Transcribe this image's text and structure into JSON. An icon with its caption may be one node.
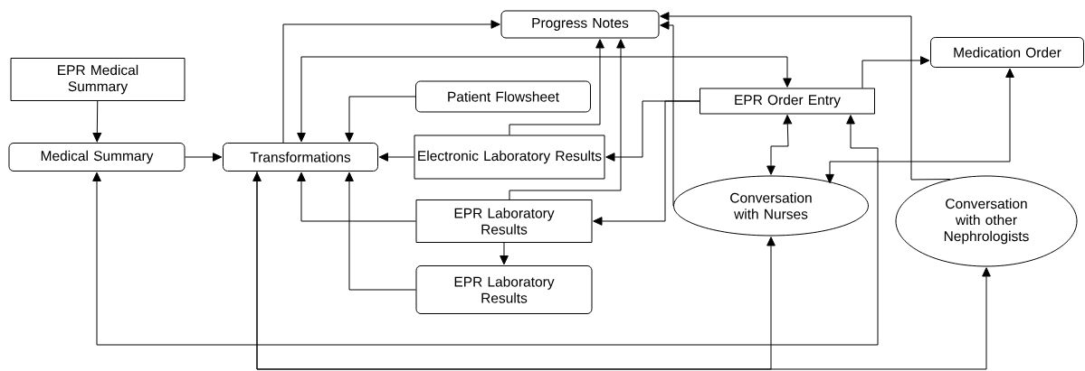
{
  "diagram": {
    "nodes": [
      {
        "text": [
          "EPR Medical Summary"
        ]
      },
      {
        "text": [
          "Medical Summary"
        ]
      },
      {
        "text": [
          "Transformations"
        ]
      },
      {
        "text": [
          "Progress Notes"
        ]
      },
      {
        "text": [
          "Patient Flowsheet"
        ]
      },
      {
        "text": [
          "Electronic Laboratory Results"
        ]
      },
      {
        "text": [
          "EPR Laboratory Results"
        ]
      },
      {
        "text": [
          "EPR Laboratory Results"
        ]
      },
      {
        "text": [
          "EPR Order Entry"
        ]
      },
      {
        "text": [
          "Medication Order"
        ]
      },
      {
        "text": [
          "Conversation with Nurses"
        ]
      },
      {
        "text": [
          "Conversation with other Nephrologists"
        ]
      }
    ],
    "edges": [
      {
        "from": 0,
        "to": 1,
        "arrow": "to"
      },
      {
        "from": 1,
        "to": 2,
        "arrow": "to"
      },
      {
        "from": 2,
        "to": 3,
        "arrow": "to"
      },
      {
        "from": 2,
        "to": 8,
        "arrow": "both"
      },
      {
        "from": 4,
        "to": 2,
        "arrow": "to"
      },
      {
        "from": 5,
        "to": 2,
        "arrow": "to"
      },
      {
        "from": 5,
        "to": 3,
        "arrow": "to"
      },
      {
        "from": 6,
        "to": 3,
        "arrow": "to"
      },
      {
        "from": 8,
        "to": 5,
        "arrow": "to"
      },
      {
        "from": 8,
        "to": 6,
        "arrow": "to"
      },
      {
        "from": 10,
        "to": 3,
        "arrow": "to"
      },
      {
        "from": 11,
        "to": 3,
        "arrow": "to"
      },
      {
        "from": 8,
        "to": 10,
        "arrow": "both"
      },
      {
        "from": 9,
        "to": 10,
        "arrow": "both"
      },
      {
        "from": 8,
        "to": 9,
        "arrow": "to"
      },
      {
        "from": 1,
        "to": 8,
        "arrow": "both"
      },
      {
        "from": 2,
        "to": 10,
        "arrow": "both"
      },
      {
        "from": 2,
        "to": 11,
        "arrow": "to"
      },
      {
        "from": 6,
        "to": 2,
        "arrow": "to"
      },
      {
        "from": 7,
        "to": 2,
        "arrow": "to"
      },
      {
        "from": 6,
        "to": 7,
        "arrow": "to"
      }
    ]
  }
}
